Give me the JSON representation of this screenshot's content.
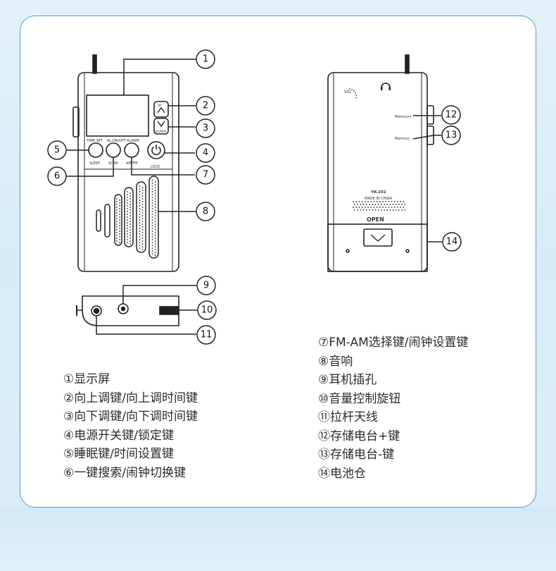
{
  "front_panel": {
    "btn_time_set": "TIME SET",
    "btn_alarm_onoff": "AL.ON/OFF",
    "btn_alarm": "ALARM",
    "btn_sleep": "SLEEP",
    "btn_scan": "SCAN",
    "btn_am_fm": "AM/FM",
    "btn_lock": "LOCK",
    "btn_up": "UP",
    "btn_down": "DOWN"
  },
  "back_panel": {
    "vol": "VOL",
    "memory_plus": "Memory+",
    "memory_minus": "Memory-",
    "model": "YK-202",
    "made_in": "MADE IN CHINA",
    "open": "OPEN"
  },
  "callout_numbers": [
    "1",
    "2",
    "3",
    "4",
    "5",
    "6",
    "7",
    "8",
    "9",
    "10",
    "11",
    "12",
    "13",
    "14"
  ],
  "legend_left": [
    "①显示屏",
    "②向上调键/向上调时间键",
    "③向下调键/向下调时间键",
    "④电源开关键/锁定键",
    "⑤睡眠键/时间设置键",
    "⑥一键搜索/闹钟切换键"
  ],
  "legend_right": [
    "⑦FM-AM选择键/闹钟设置键",
    "⑧音响",
    "⑨耳机插孔",
    "⑩音量控制旋钮",
    "⑪拉杆天线",
    "⑫存储电台+键",
    "⑬存储电台-键",
    "⑭电池仓"
  ]
}
